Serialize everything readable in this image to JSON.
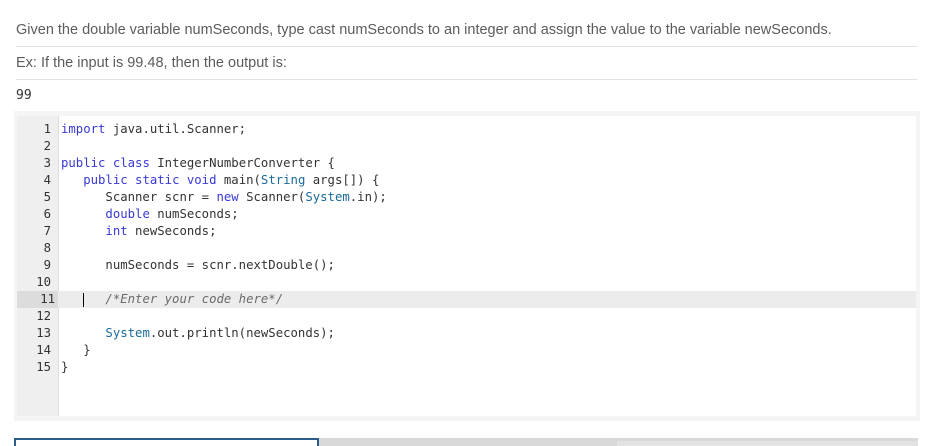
{
  "prompt": "Given the double variable numSeconds, type cast numSeconds to an integer and assign the value to the variable newSeconds.",
  "example": "Ex: If the input is 99.48, then the output is:",
  "sample_output": "99",
  "editor": {
    "lines": [
      {
        "num": "1",
        "code": "import java.util.Scanner;"
      },
      {
        "num": "2",
        "code": ""
      },
      {
        "num": "3",
        "code": "public class IntegerNumberConverter {"
      },
      {
        "num": "4",
        "code": "   public static void main(String args[]) {"
      },
      {
        "num": "5",
        "code": "      Scanner scnr = new Scanner(System.in);"
      },
      {
        "num": "6",
        "code": "      double numSeconds;"
      },
      {
        "num": "7",
        "code": "      int newSeconds;"
      },
      {
        "num": "8",
        "code": ""
      },
      {
        "num": "9",
        "code": "      numSeconds = scnr.nextDouble();"
      },
      {
        "num": "10",
        "code": ""
      },
      {
        "num": "11",
        "code": "      /*Enter your code here*/"
      },
      {
        "num": "12",
        "code": ""
      },
      {
        "num": "13",
        "code": "      System.out.println(newSeconds);"
      },
      {
        "num": "14",
        "code": "   }"
      },
      {
        "num": "15",
        "code": "}"
      }
    ],
    "active_line": "11"
  }
}
